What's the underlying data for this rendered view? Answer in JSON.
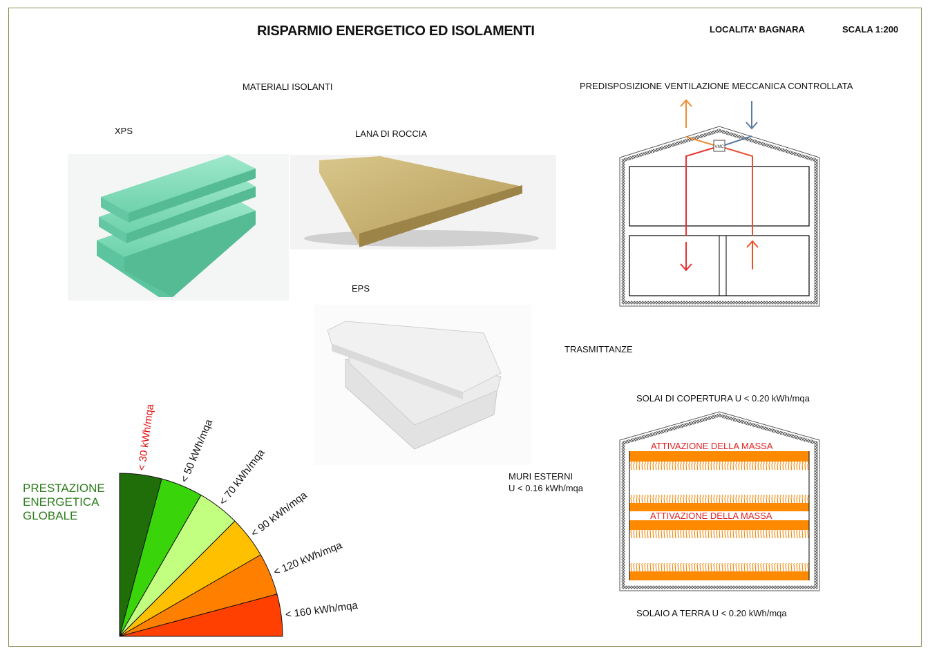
{
  "header": {
    "title": "RISPARMIO ENERGETICO ED ISOLAMENTI",
    "location": "LOCALITA' BAGNARA",
    "scale": "SCALA 1:200"
  },
  "materials": {
    "heading": "MATERIALI ISOLANTI",
    "xps": "XPS",
    "lana": "LANA DI ROCCIA",
    "eps": "EPS"
  },
  "vmc": {
    "heading": "PREDISPOSIZIONE VENTILAZIONE MECCANICA CONTROLLATA",
    "unit_label": "VMC"
  },
  "trasmittanze": {
    "heading": "TRASMITTANZE",
    "roof": "SOLAI DI COPERTURA U < 0.20 kWh/mqa",
    "walls_line1": "MURI ESTERNI",
    "walls_line2": "U < 0.16 kWh/mqa",
    "ground": "SOLAIO A TERRA U < 0.20 kWh/mqa",
    "mass1": "ATTIVAZIONE DELLA MASSA",
    "mass2": "ATTIVAZIONE DELLA MASSA"
  },
  "energy": {
    "label_lines": [
      "PRESTAZIONE",
      "ENERGETICA",
      "GLOBALE"
    ],
    "label_color": "#2e7d1e",
    "classes": [
      {
        "label": "< 30 kWh/mqa",
        "color": "#1f6e0a",
        "text_color": "#e01010"
      },
      {
        "label": "< 50 kWh/mqa",
        "color": "#3ad40a",
        "text_color": "#111111"
      },
      {
        "label": "< 70 kWh/mqa",
        "color": "#c2ff80",
        "text_color": "#111111"
      },
      {
        "label": "< 90 kWh/mqa",
        "color": "#ffc000",
        "text_color": "#111111"
      },
      {
        "label": "< 120 kWh/mqa",
        "color": "#ff8000",
        "text_color": "#111111"
      },
      {
        "label": "< 160 kWh/mqa",
        "color": "#ff4000",
        "text_color": "#111111"
      }
    ]
  }
}
